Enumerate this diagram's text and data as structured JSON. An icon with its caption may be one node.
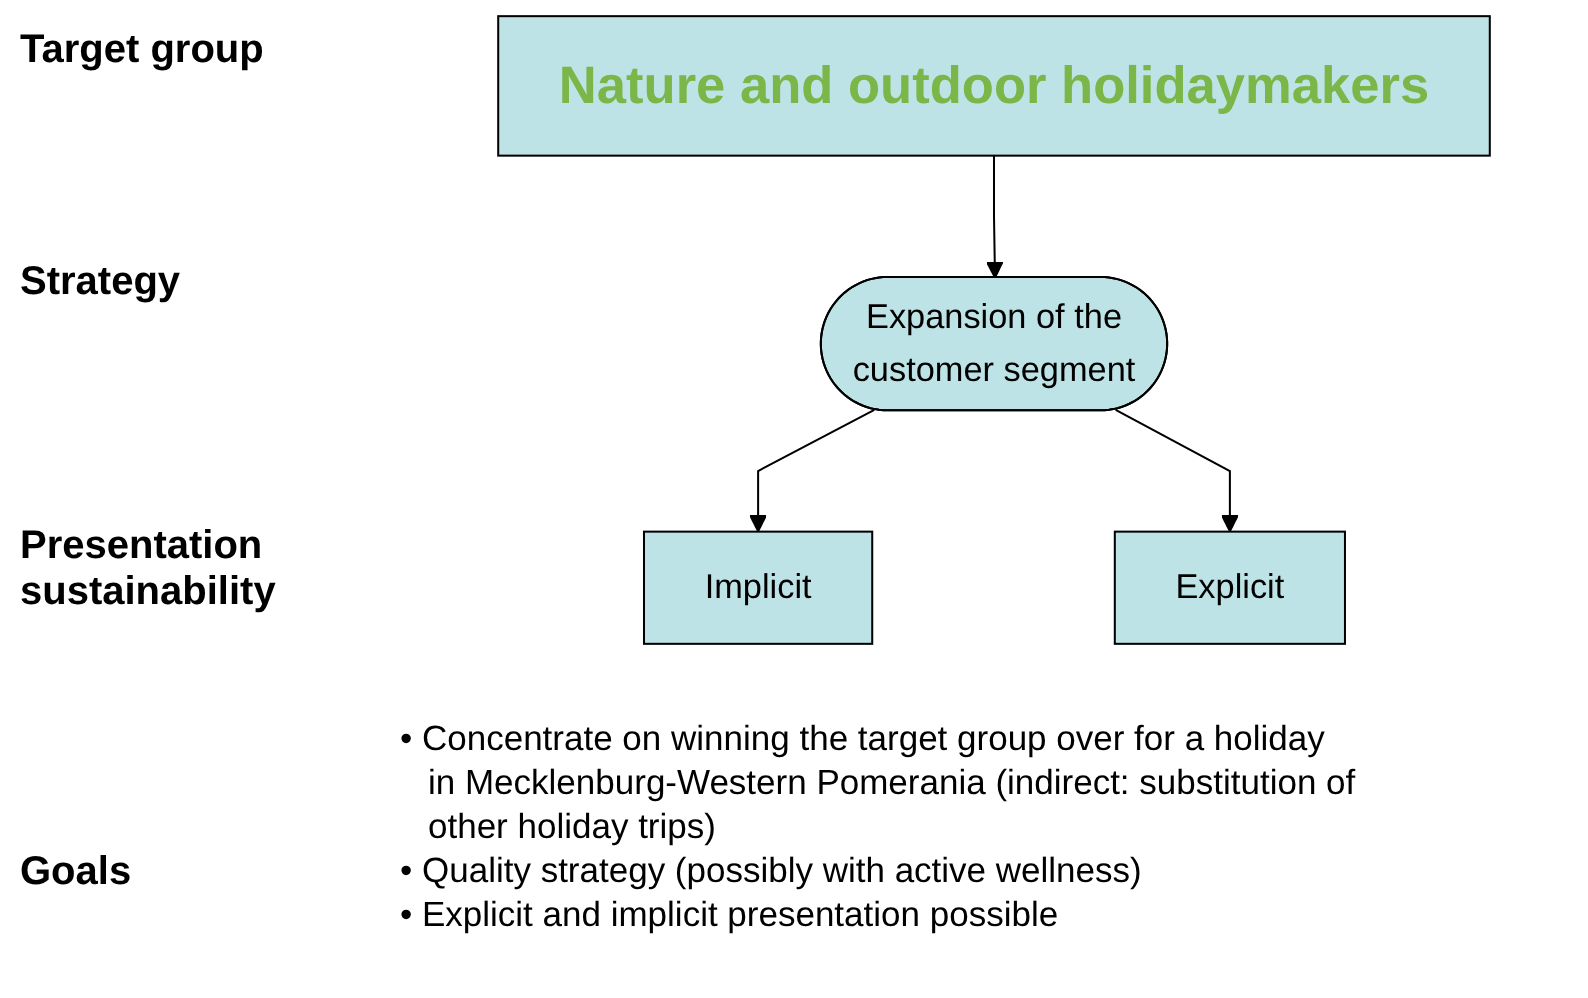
{
  "diagram": {
    "nodes": [
      {
        "text": [
          "Nature and outdoor holidaymakers"
        ]
      },
      {
        "text": [
          "Expansion of the customer segment"
        ]
      },
      {
        "text": [
          "Implicit"
        ]
      },
      {
        "text": [
          "Explicit"
        ]
      }
    ],
    "edges": [
      {
        "from": 0,
        "to": 1,
        "arrow": "to"
      },
      {
        "from": 1,
        "to": 2,
        "arrow": "to"
      },
      {
        "from": 1,
        "to": 3,
        "arrow": "to"
      }
    ],
    "labels": [
      "Target group",
      "Strategy",
      "Presentation sustainability",
      "Goals",
      "• Concentrate on winning the target group over for a holiday in Mecklenburg-Western Pomerania (indirect: substitution of other holiday trips)",
      "• Quality strategy (possibly with active wellness)",
      "• Explicit and implicit presentation possible"
    ]
  }
}
